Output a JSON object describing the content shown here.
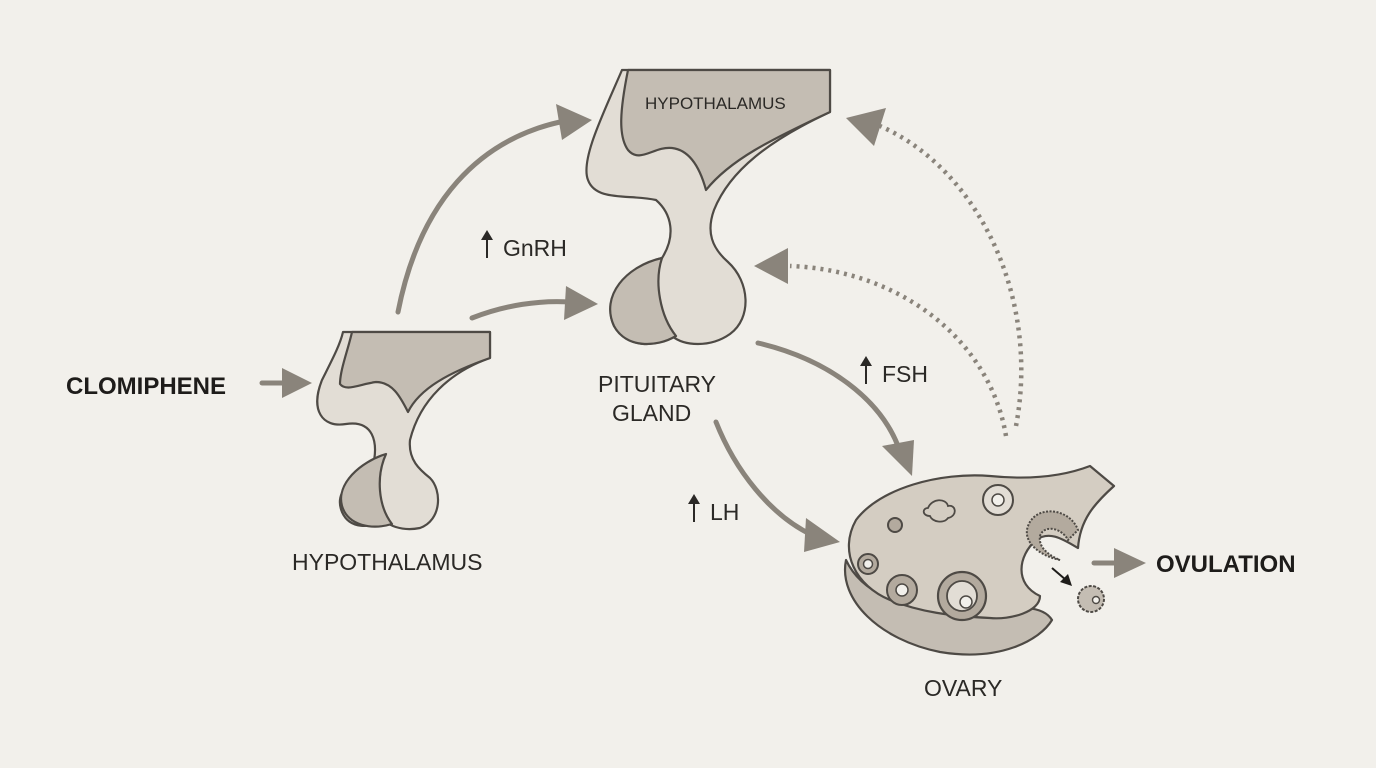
{
  "labels": {
    "clomiphene": "CLOMIPHENE",
    "hypothalamus_left": "HYPOTHALAMUS",
    "hypothalamus_top": "HYPOTHALAMUS",
    "pituitary_line1": "PITUITARY",
    "pituitary_line2": "GLAND",
    "gnrh": "GnRH",
    "fsh": "FSH",
    "lh": "LH",
    "ovary": "OVARY",
    "ovulation": "OVULATION"
  },
  "colors": {
    "background": "#f2f0eb",
    "arrow": "#8a847b",
    "organ_outline": "#4e4a45",
    "text": "#2b2926"
  },
  "icons": {
    "increase": "up-arrow-icon"
  }
}
